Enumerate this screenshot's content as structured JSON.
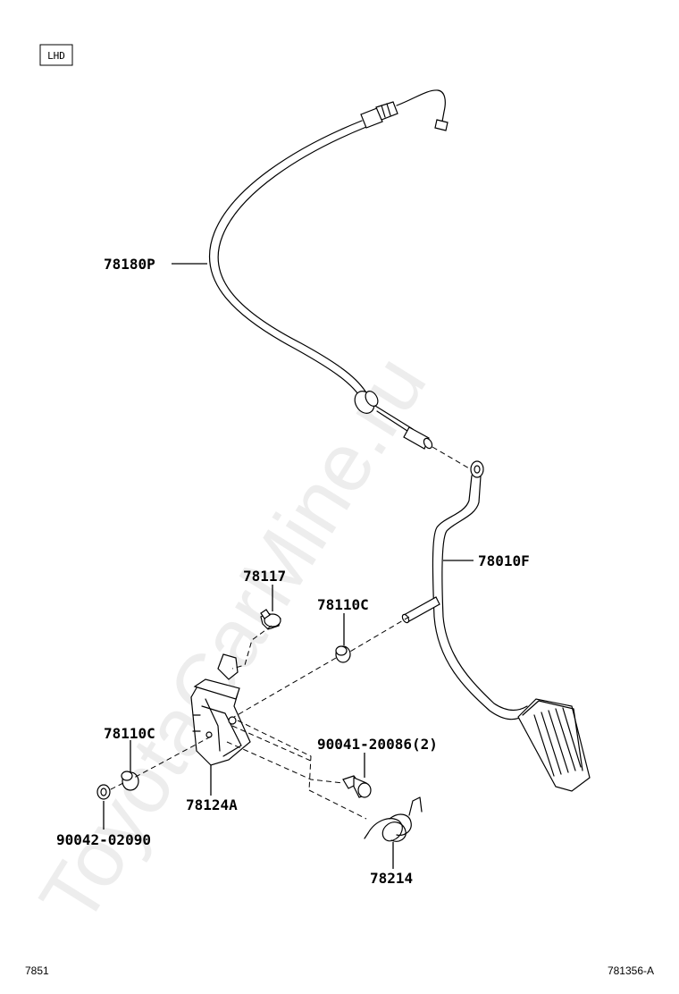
{
  "badge": {
    "text": "LHD"
  },
  "watermark": "ToyotaCarMine.ru",
  "callouts": {
    "cable": "78180P",
    "pedal_arm": "78010F",
    "stopper": "78117",
    "bushing_top": "78110C",
    "bushing_left": "78110C",
    "bolt": "90041-20086(2)",
    "bracket": "78124A",
    "washer": "90042-02090",
    "spring": "78214"
  },
  "footer": {
    "left_code": "7851",
    "right_code": "781356-A"
  }
}
